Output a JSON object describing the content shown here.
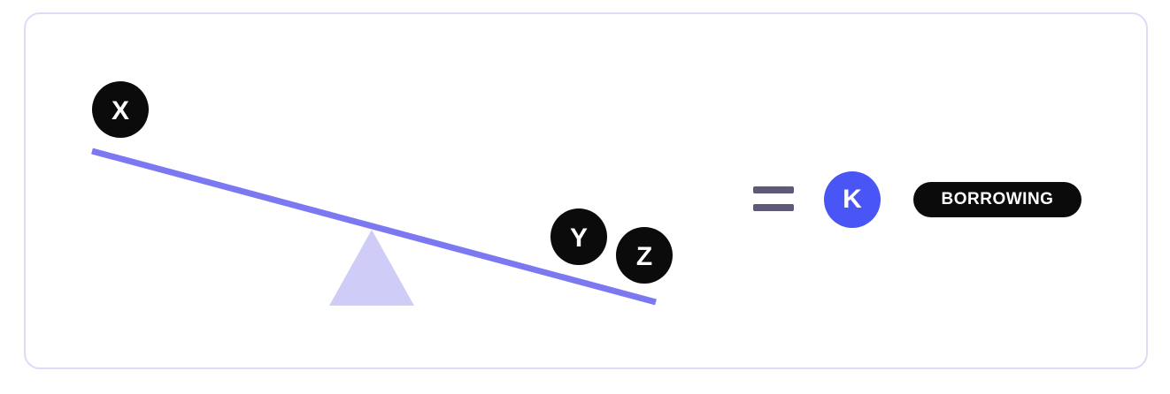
{
  "diagram": {
    "left_weight": "X",
    "right_weights": [
      "Y",
      "Z"
    ],
    "result_symbol": "K",
    "result_badge": "BORROWING",
    "colors": {
      "beam": "#7b78f2",
      "fulcrum": "#cfcdf7",
      "weights": "#0b0b0b",
      "result_circle": "#4a55f5",
      "equals_sign": "#5c5a78",
      "card_border": "#dcdcf7"
    }
  }
}
